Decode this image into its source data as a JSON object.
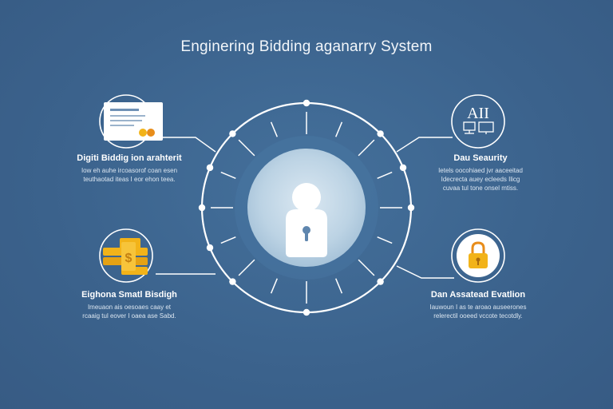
{
  "title": "Enginering Bidding aganarry System",
  "colors": {
    "background": "#3d6590",
    "line": "#ffffff",
    "center_circle": "#bcd3e4",
    "person": "#ffffff",
    "accent_gold": "#f2b319",
    "accent_orange": "#e88d1a"
  },
  "icons": {
    "top_left": "document-icon",
    "top_right": "ai-monitors-icon",
    "bottom_left": "money-stack-icon",
    "bottom_right": "padlock-icon",
    "center": "locked-person-icon"
  },
  "top_right_icon_text": "AII",
  "blocks": {
    "top_left": {
      "heading": "Digiti Biddig ion arahterit",
      "lines": [
        "Iow eh auhe ircoasorof coan esen",
        "teuthaotad iteas I eor ehon teea."
      ]
    },
    "top_right": {
      "heading": "Dau Seaurity",
      "lines": [
        "Ietels oocohiaed jvr aaceeitad",
        "Idecrecta auey ecleeds Ilicg",
        "cuvaa tul tone onsel mtiss."
      ]
    },
    "bottom_left": {
      "heading": "Eighona Smatl Bisdigh",
      "lines": [
        "Imeuaon ais oesoaes caay et",
        "rcaaig tul eover I oaea ase Sabd."
      ]
    },
    "bottom_right": {
      "heading": "Dan Assatead Evatlion",
      "lines": [
        "Iauwoun I as te aroao auseerones",
        "relerectil ooeed vccote tecotdly."
      ]
    }
  }
}
